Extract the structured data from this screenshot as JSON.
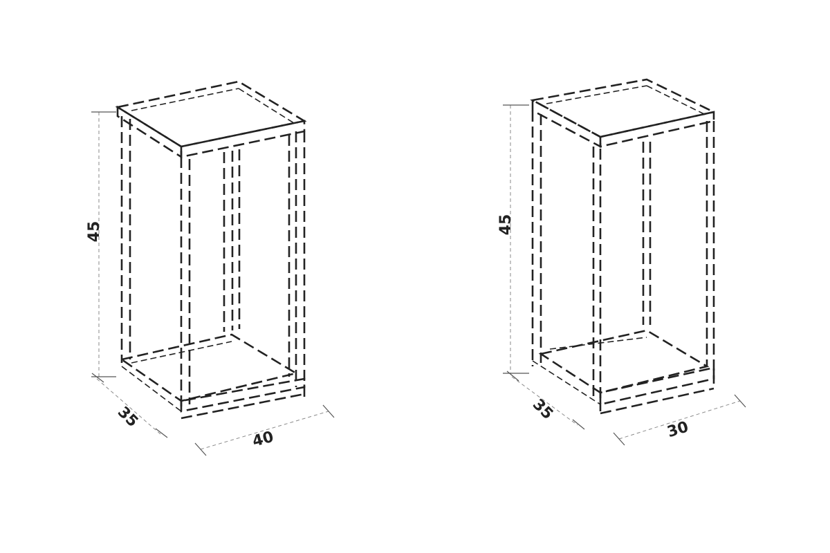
{
  "diagrams": [
    {
      "name": "stand-left",
      "dimensions": {
        "height": "45",
        "depth": "35",
        "width": "40"
      }
    },
    {
      "name": "stand-right",
      "dimensions": {
        "height": "45",
        "depth": "35",
        "width": "30"
      }
    }
  ]
}
